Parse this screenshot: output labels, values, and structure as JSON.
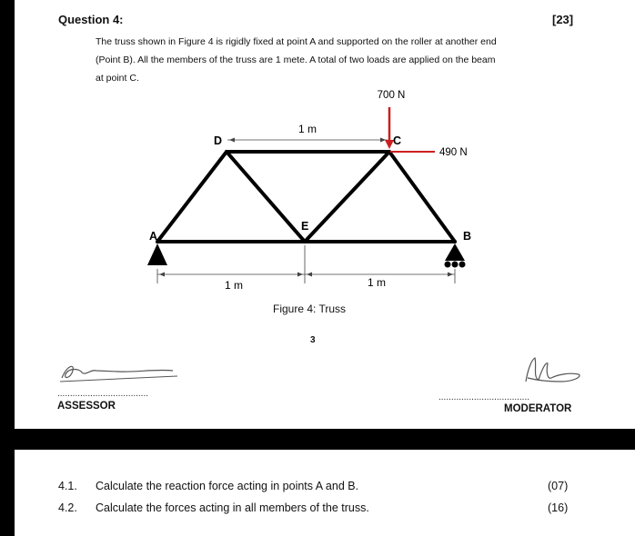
{
  "question": {
    "title": "Question 4:",
    "marks": "[23]",
    "text_lines": [
      "The truss shown in Figure 4 is rigidly fixed at point A and supported on the roller at another end",
      "(Point B). All the members of the truss are 1 mete. A total of two loads are applied on the beam",
      "at point C."
    ]
  },
  "figure": {
    "load_vertical": "700 N",
    "load_horizontal": "490 N",
    "dim_top": "1 m",
    "dim_bottom_left": "1 m",
    "dim_bottom_right": "1 m",
    "nodes": {
      "a": "A",
      "b": "B",
      "c": "C",
      "d": "D",
      "e": "E"
    },
    "caption": "Figure 4: Truss",
    "colors": {
      "member": "#000000",
      "load_arrow": "#cc1f1f"
    }
  },
  "page_number": "3",
  "signatures": {
    "assessor_label": "ASSESSOR",
    "moderator_label": "MODERATOR",
    "dotted_line": "...................................."
  },
  "tasks": [
    {
      "number": "4.1.",
      "text": "Calculate the reaction force acting in points A and B.",
      "marks": "(07)"
    },
    {
      "number": "4.2.",
      "text": "Calculate the forces acting in all members of the truss.",
      "marks": "(16)"
    }
  ]
}
